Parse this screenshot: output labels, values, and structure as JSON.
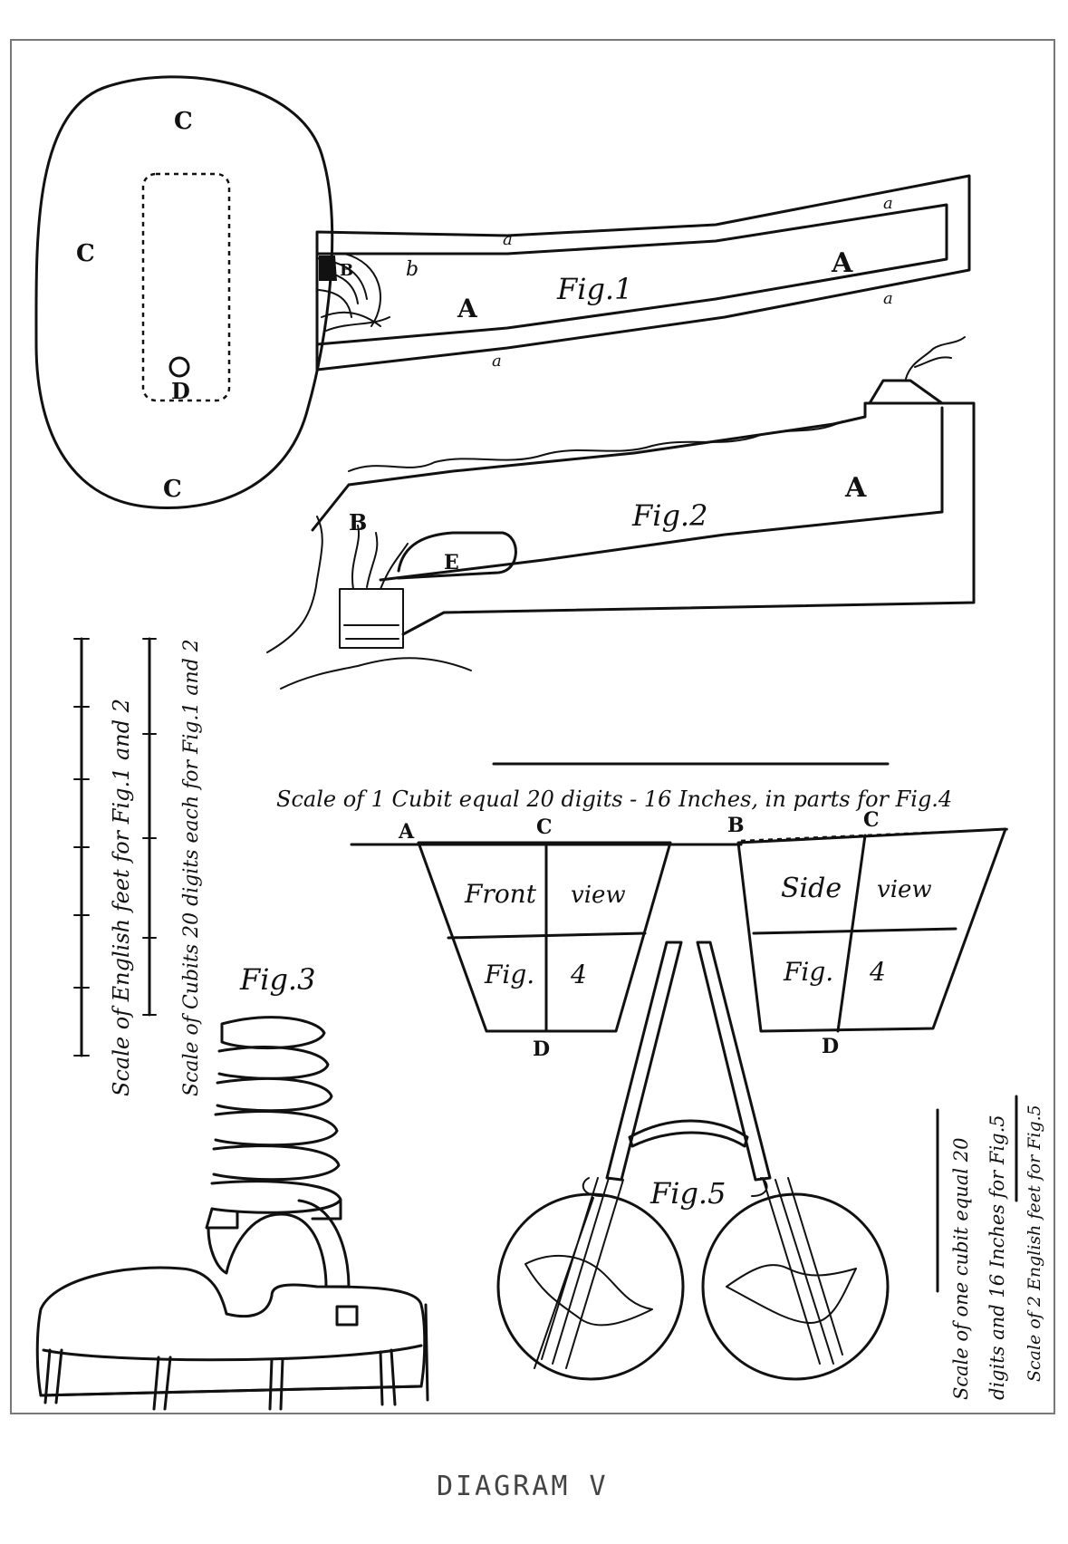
{
  "caption": "DIAGRAM V",
  "fig1": {
    "title": "Fig.1",
    "labels": {
      "c_top": "C",
      "c_left": "C",
      "c_bottom": "C",
      "d": "D",
      "b_upper": "B",
      "b_lower": "b",
      "a_left": "A",
      "a_right": "A",
      "small_a_1": "a",
      "small_a_2": "a",
      "small_a_3": "a",
      "small_a_4": "a"
    }
  },
  "fig2": {
    "title": "Fig.2",
    "labels": {
      "a": "A",
      "b": "B",
      "e": "E"
    }
  },
  "fig3": {
    "title": "Fig.3"
  },
  "fig4": {
    "scale": "Scale of 1 Cubit equal 20 digits - 16 Inches, in parts for Fig.4",
    "front": {
      "label_a": "A",
      "label_c": "C",
      "label_d": "D",
      "view_word1": "Front",
      "view_word2": "view",
      "fig_word": "Fig.",
      "fig_num": "4"
    },
    "side": {
      "label_b": "B",
      "label_c": "C",
      "label_d": "D",
      "view_word1": "Side",
      "view_word2": "view",
      "fig_word": "Fig.",
      "fig_num": "4"
    }
  },
  "fig5": {
    "title": "Fig.5"
  },
  "scales": {
    "english_feet": "Scale of English feet for Fig.1 and 2",
    "cubits": "Scale of Cubits 20 digits each for Fig.1 and 2",
    "cubit_fig5_line1": "Scale of one cubit equal 20",
    "cubit_fig5_line2": "digits and 16 Inches for Fig.5",
    "feet_fig5": "Scale of 2 English feet for Fig.5"
  }
}
